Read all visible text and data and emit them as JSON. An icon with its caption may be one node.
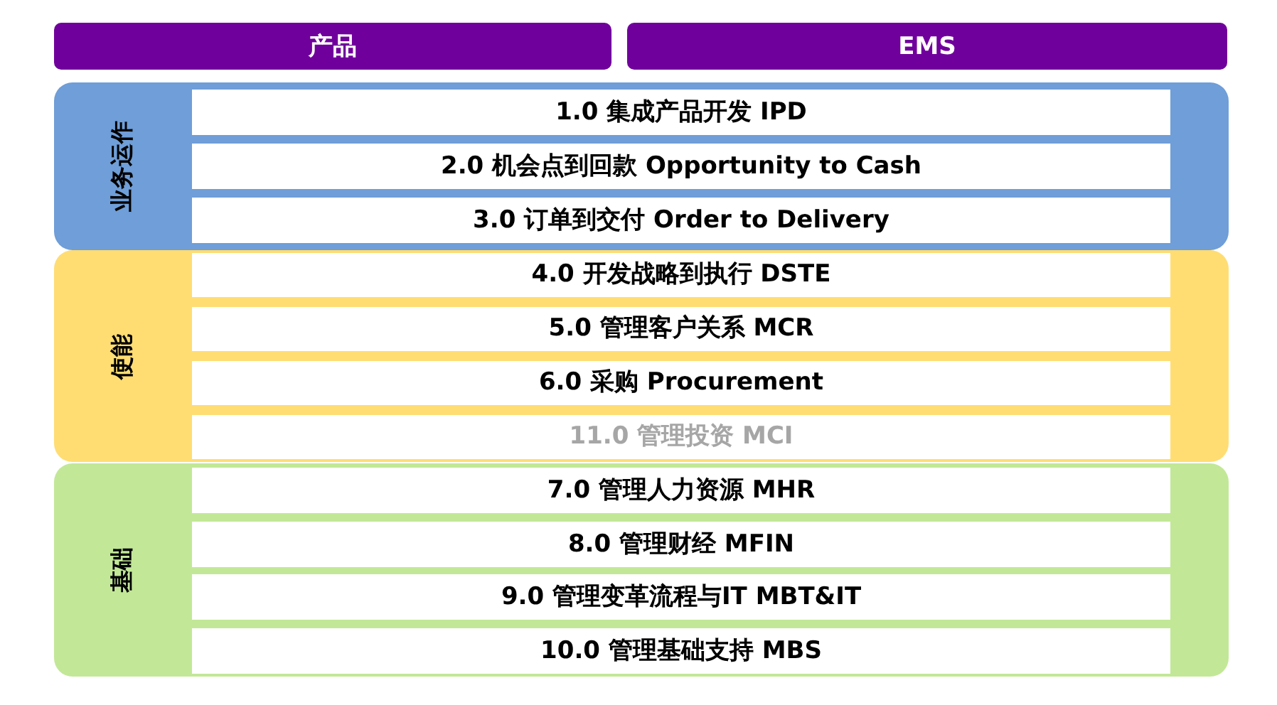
{
  "diagram": {
    "nodes": [
      {
        "text": [
          "产品"
        ]
      },
      {
        "text": [
          "EMS"
        ]
      },
      {
        "text": [
          "业务运作"
        ]
      },
      {
        "text": [
          "1.0 集成产品开发 IPD"
        ],
        "in": 2
      },
      {
        "text": [
          "2.0 机会点到回款 Opportunity to Cash"
        ],
        "in": 2
      },
      {
        "text": [
          "3.0 订单到交付 Order to Delivery"
        ],
        "in": 2
      },
      {
        "text": [
          "使能"
        ]
      },
      {
        "text": [
          "4.0 开发战略到执行 DSTE"
        ],
        "in": 6
      },
      {
        "text": [
          "5.0 管理客户关系 MCR"
        ],
        "in": 6
      },
      {
        "text": [
          "6.0 采购 Procurement"
        ],
        "in": 6
      },
      {
        "text": [
          "11.0 管理投资 MCI"
        ],
        "in": 6
      },
      {
        "text": [
          "基础"
        ]
      },
      {
        "text": [
          "7.0 管理人力资源 MHR"
        ],
        "in": 11
      },
      {
        "text": [
          "8.0 管理财经 MFIN"
        ],
        "in": 11
      },
      {
        "text": [
          "9.0 管理变革流程与IT MBT&IT"
        ],
        "in": 11
      },
      {
        "text": [
          "10.0 管理基础支持 MBS"
        ],
        "in": 11
      }
    ]
  }
}
